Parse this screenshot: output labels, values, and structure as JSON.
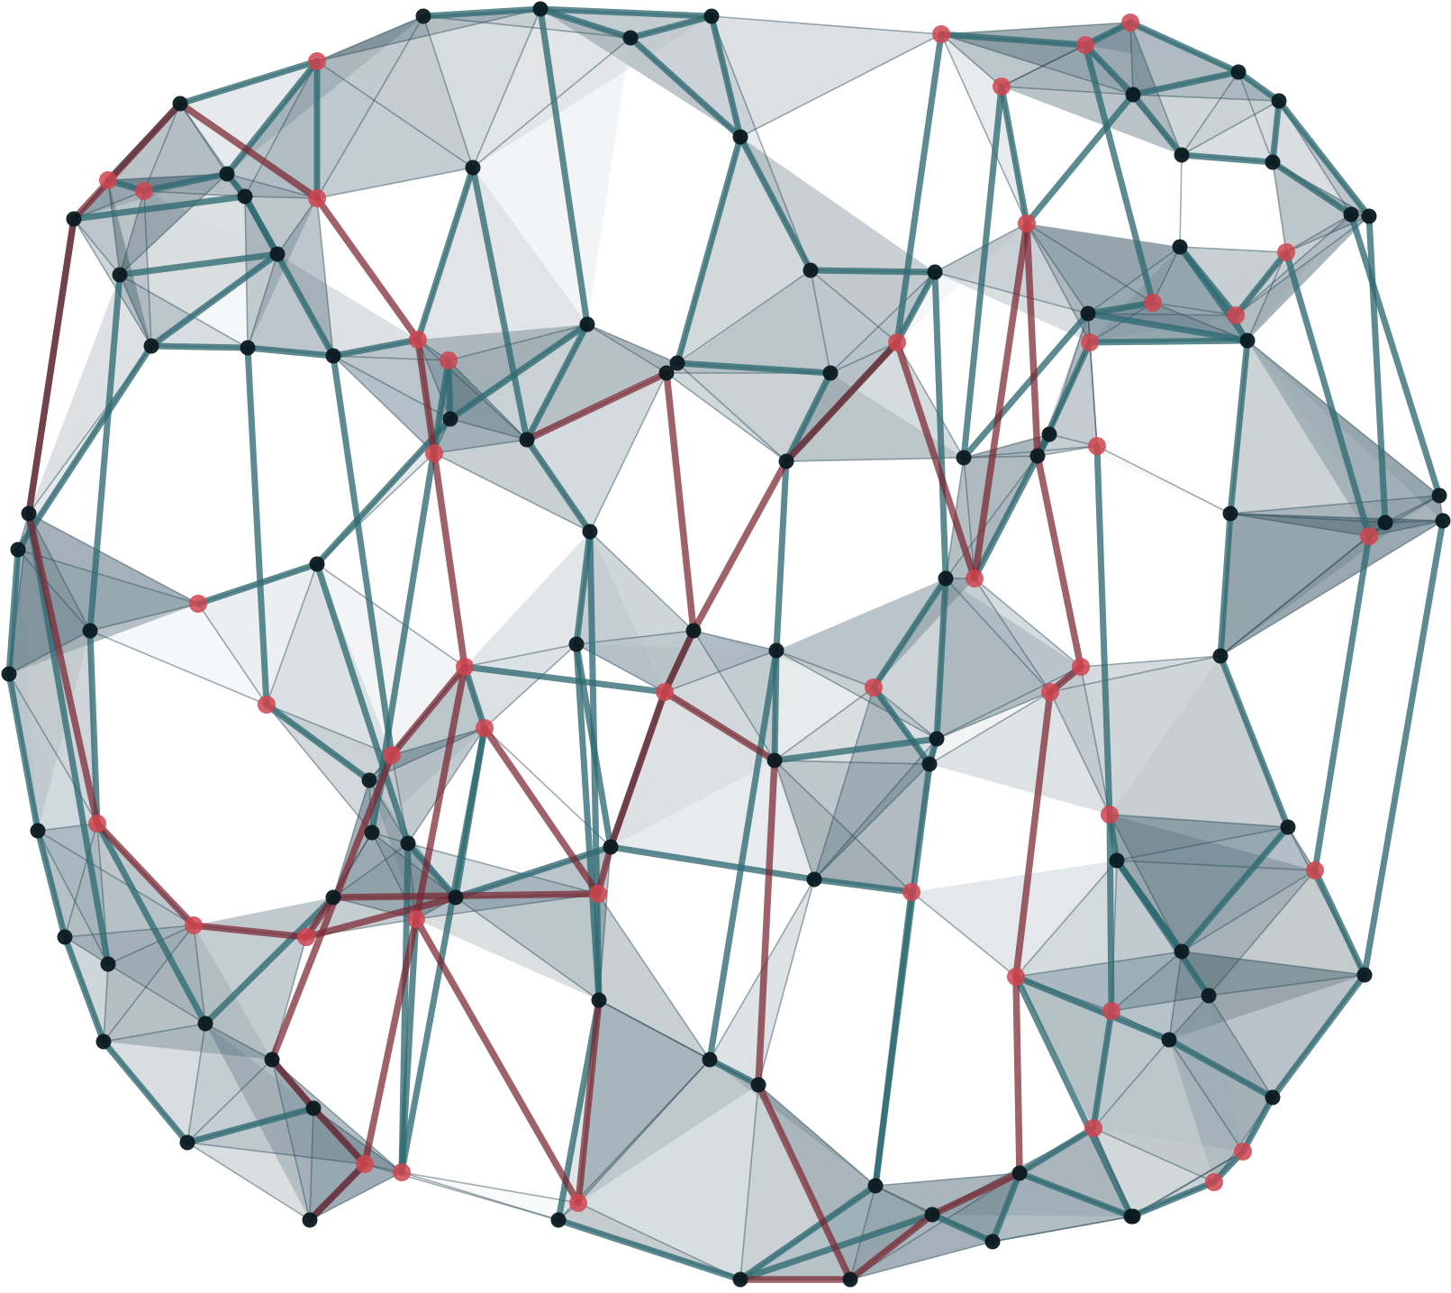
{
  "diagram": {
    "type": "triangulated-surface-mesh",
    "style": {
      "background": "#ffffff",
      "face_fill": "#6f8794",
      "face_fill_dark": "#34505c",
      "face_fill_light": "#c9cfd2",
      "edge_color": "#2f6a72",
      "edge_thin_color": "#2a4a57",
      "path_color": "#7a2530",
      "path_faded_color": "#6b3a45",
      "node_black": "#0b1a20",
      "node_red": "#cf4550"
    },
    "node_types": [
      "black",
      "red"
    ],
    "counts": {
      "black_nodes": 110,
      "red_nodes": 45
    }
  }
}
